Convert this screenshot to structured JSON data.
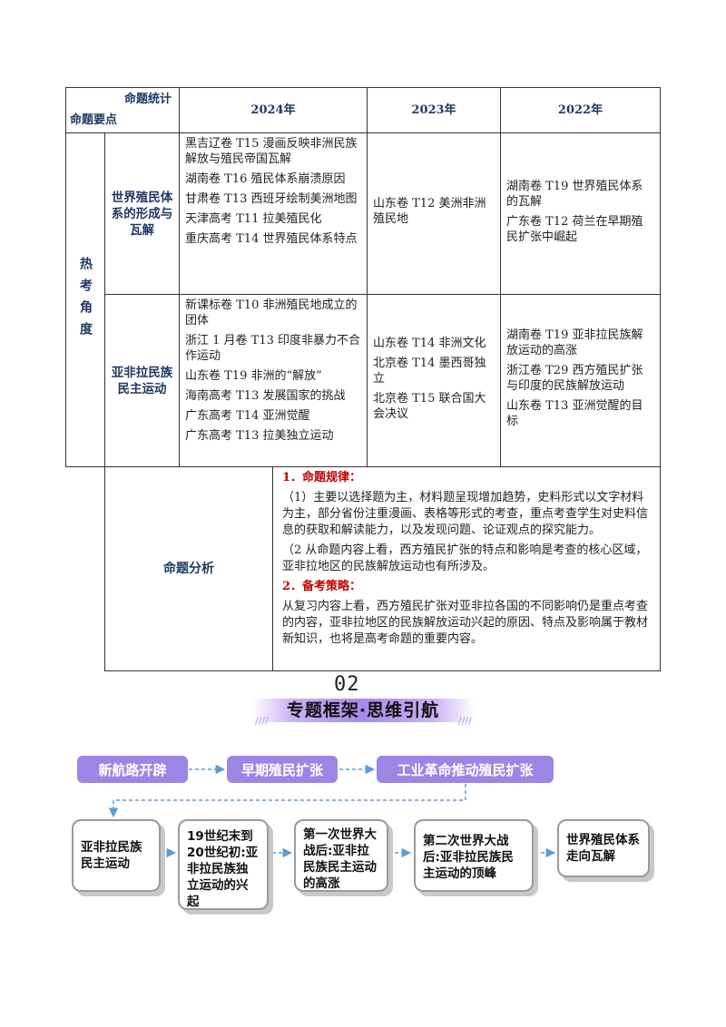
{
  "table": {
    "header": {
      "corner_top": "命题统计",
      "corner_bottom": "命题要点",
      "years": [
        "2024年",
        "2023年",
        "2022年"
      ]
    },
    "category": "热考角度",
    "sections": [
      {
        "topic": "世界殖民体系的形成与瓦解",
        "y2024": [
          "黑吉辽卷 T15 漫画反映非洲民族解放与殖民帝国瓦解",
          "湖南卷 T16 殖民体系崩溃原因",
          "甘肃卷 T13 西班牙绘制美洲地图",
          "天津高考 T11 拉美殖民化",
          "重庆高考 T14 世界殖民体系特点"
        ],
        "y2023": [
          "山东卷 T12 美洲非洲殖民地"
        ],
        "y2022": [
          "湖南卷 T19 世界殖民体系的瓦解",
          "广东卷 T12 荷兰在早期殖民扩张中崛起"
        ]
      },
      {
        "topic": "亚非拉民族民主运动",
        "y2024": [
          "新课标卷 T10 非洲殖民地成立的团体",
          "浙江 1 月卷 T13 印度非暴力不合作运动",
          "山东卷 T19 非洲的“解放”",
          "海南高考 T13 发展国家的挑战",
          "广东高考 T14 亚洲觉醒",
          "广东高考 T13 拉美独立运动"
        ],
        "y2023": [
          "山东卷 T14 非洲文化",
          "北京卷 T14 墨西哥独立",
          "北京卷 T15 联合国大会决议"
        ],
        "y2022": [
          "湖南卷 T19 亚非拉民族解放运动的高涨",
          "浙江卷 T29 西方殖民扩张与印度的民族解放运动",
          "山东卷 T13 亚洲觉醒的目标"
        ]
      }
    ],
    "analysis": {
      "label": "命题分析",
      "rule_title": "1．命题规律：",
      "rule_p1": "（1）主要以选择题为主，材料题呈现增加趋势，史料形式以文字材料为主，部分省份注重漫画、表格等形式的考查，重点考查学生对史料信息的获取和解读能力，以及发现问题、论证观点的探究能力。",
      "rule_p2": "（2 从命题内容上看，西方殖民扩张的特点和影响是考查的核心区域，亚非拉地区的民族解放运动也有所涉及。",
      "strategy_title": "2．备考策略：",
      "strategy_p": "从复习内容上看，西方殖民扩张对亚非拉各国的不同影响仍是重点考查的内容，亚非拉地区的民族解放运动兴起的原因、特点及影响属于教材新知识，也将是高考命题的重要内容。"
    }
  },
  "banner": {
    "number": "02",
    "title": "专题框架·思维引航",
    "deco": "////"
  },
  "flow": {
    "top": [
      "新航路开辟",
      "早期殖民扩张",
      "工业革命推动殖民扩张"
    ],
    "bottom": [
      "亚非拉民族民主运动",
      "19世纪末到20世纪初:亚非拉民族独立运动的兴起",
      "第一次世界大战后:亚非拉民族民主运动的高涨",
      "第二次世界大战后:亚非拉民族民主运动的顶峰",
      "世界殖民体系走向瓦解"
    ]
  },
  "colors": {
    "header_text": "#1f3864",
    "accent_red": "#c00000",
    "flow_purple": "#9b86e6",
    "arrow_blue": "#5b9bd5"
  }
}
